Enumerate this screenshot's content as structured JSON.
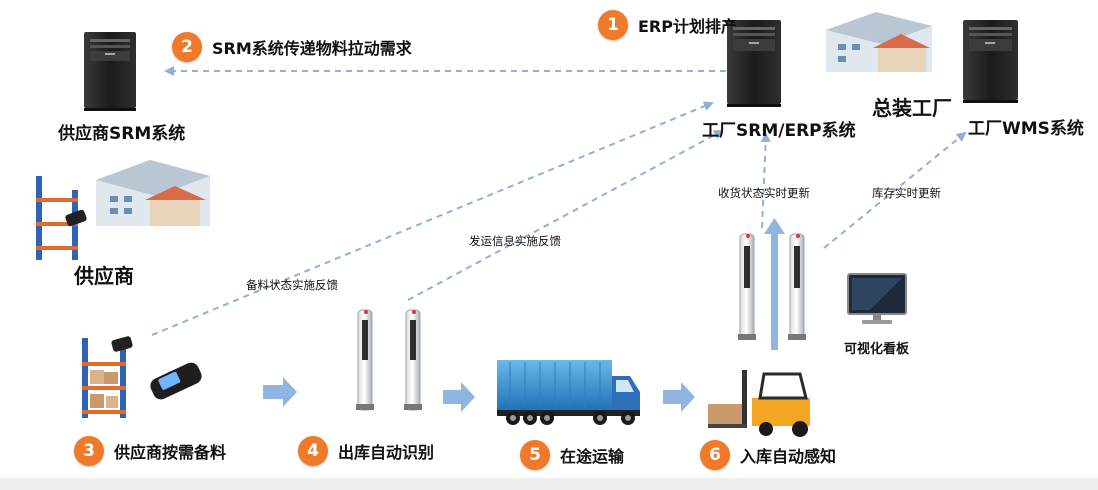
{
  "labels": {
    "supplier_srm": "供应商SRM系统",
    "supplier": "供应商",
    "factory_srm_erp": "工厂SRM/ERP系统",
    "assembly_factory": "总装工厂",
    "factory_wms": "工厂WMS系统",
    "visual_board": "可视化看板"
  },
  "steps": [
    {
      "num": "1",
      "text": "ERP计划排产"
    },
    {
      "num": "2",
      "text": "SRM系统传递物料拉动需求"
    },
    {
      "num": "3",
      "text": "供应商按需备料"
    },
    {
      "num": "4",
      "text": "出库自动识别"
    },
    {
      "num": "5",
      "text": "在途运输"
    },
    {
      "num": "6",
      "text": "入库自动感知"
    }
  ],
  "flows": {
    "material_status": "备料状态实施反馈",
    "shipping_info": "发运信息实施反馈",
    "receiving_status": "收货状态实时更新",
    "inventory": "库存实时更新"
  },
  "colors": {
    "badge": "#f07a2a",
    "dash": "#8fb0d8",
    "arrow": "#8fb5e2"
  }
}
